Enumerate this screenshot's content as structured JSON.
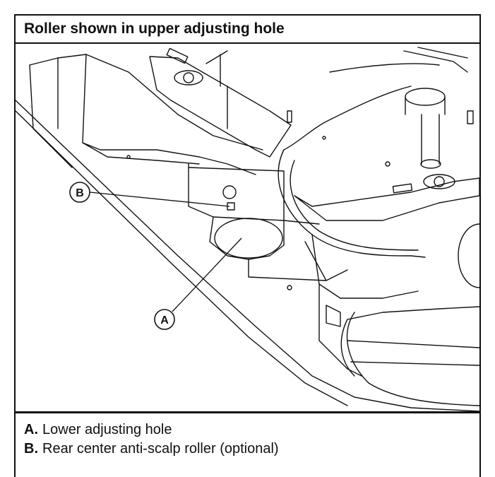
{
  "figure": {
    "title": "Roller shown in upper adjusting hole",
    "callouts": [
      {
        "letter": "A"
      },
      {
        "letter": "B"
      }
    ]
  },
  "legend": {
    "items": [
      {
        "key": "A.",
        "text": "Lower adjusting hole"
      },
      {
        "key": "B.",
        "text": "Rear center anti-scalp roller (optional)"
      }
    ]
  }
}
